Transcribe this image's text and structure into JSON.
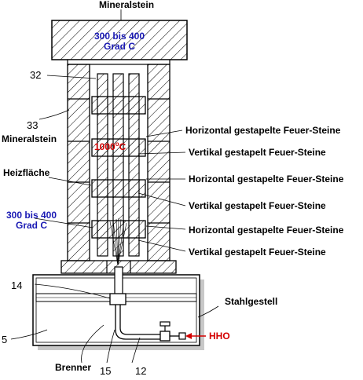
{
  "labels": {
    "top_stone": "Mineralstein",
    "temp_top_line1": "300 bis 400",
    "temp_top_line2": "Grad C",
    "ref_32": "32",
    "ref_33": "33",
    "left_stone": "Mineralstein",
    "heating_surface": "Heizfläche",
    "temp_left_line1": "300 bis 400",
    "temp_left_line2": "Grad C",
    "temp_core_value": "1000",
    "temp_core_sup": "o",
    "temp_core_unit": "C",
    "h1": "Horizontal gestapelte Feuer-Steine",
    "v1": "Vertikal gestapelt Feuer-Steine",
    "h2": "Horizontal gestapelte Feuer-Steine",
    "v2": "Vertikal gestapelt Feuer-Steine",
    "h3": "Horizontal gestapelte Feuer-Steine",
    "v3": "Vertikal gestapelt Feuer-Steine",
    "ref_14": "14",
    "ref_5": "5",
    "steel_frame": "Stahlgestell",
    "hho": "HHO",
    "burner": "Brenner",
    "ref_15": "15",
    "ref_12": "12"
  },
  "colors": {
    "blue_text": "#1a1ab4",
    "red_text": "#d40000",
    "line": "#000000"
  }
}
